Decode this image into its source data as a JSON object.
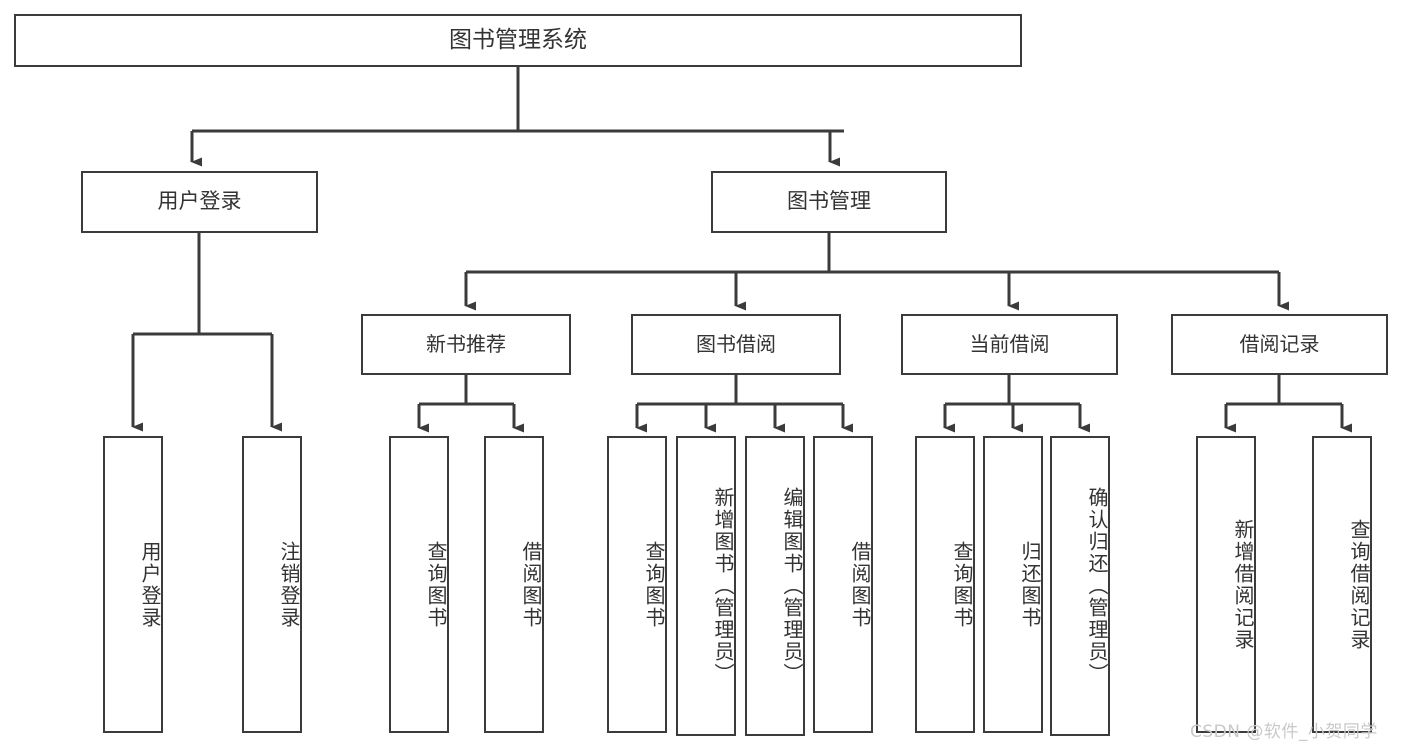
{
  "diagram": {
    "type": "hierarchy-tree",
    "title": "图书管理系统",
    "colors": {
      "box_border": "#3b3b3b",
      "box_fill": "#ffffff",
      "connector": "#3b3b3b",
      "text": "#333333",
      "watermark": "#c9c9c9",
      "background": "#ffffff"
    },
    "root": {
      "label": "图书管理系统"
    },
    "level1": [
      {
        "label": "用户登录"
      },
      {
        "label": "图书管理"
      }
    ],
    "level2": [
      {
        "label": "新书推荐"
      },
      {
        "label": "图书借阅"
      },
      {
        "label": "当前借阅"
      },
      {
        "label": "借阅记录"
      }
    ],
    "leaves": {
      "user_login": [
        {
          "label": "用户登录"
        },
        {
          "label": "注销登录"
        }
      ],
      "new_book_recommend": [
        {
          "label": "查询图书"
        },
        {
          "label": "借阅图书"
        }
      ],
      "book_borrow": [
        {
          "label": "查询图书"
        },
        {
          "label": "新增图书（管理员）"
        },
        {
          "label": "编辑图书（管理员）"
        },
        {
          "label": "借阅图书"
        }
      ],
      "current_borrow": [
        {
          "label": "查询图书"
        },
        {
          "label": "归还图书"
        },
        {
          "label": "确认归还（管理员）"
        }
      ],
      "borrow_record": [
        {
          "label": "新增借阅记录"
        },
        {
          "label": "查询借阅记录"
        }
      ]
    }
  },
  "watermark": {
    "text": "CSDN @软件_小贺同学"
  }
}
